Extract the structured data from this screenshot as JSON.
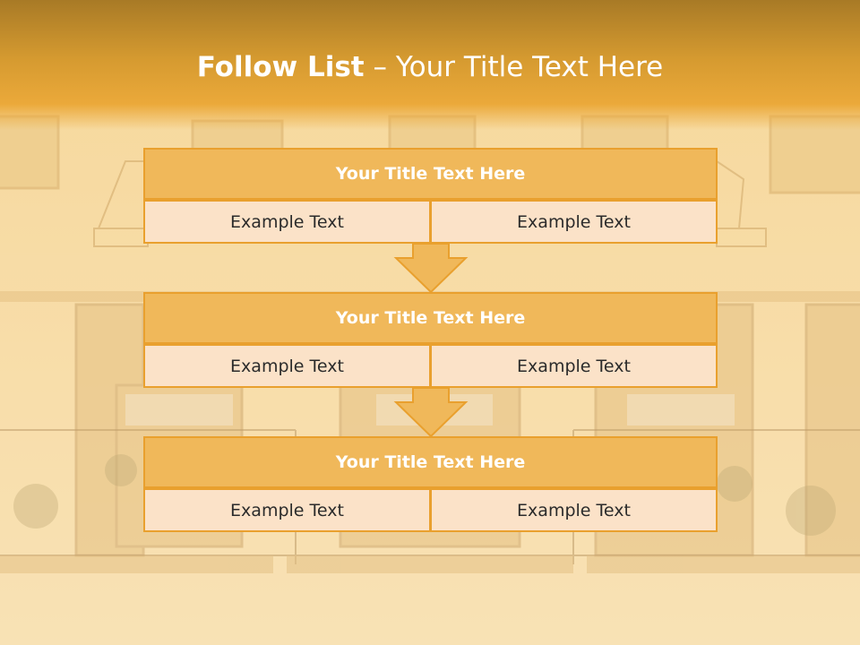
{
  "slide": {
    "title_bold": "Follow List",
    "title_rest": " – Your Title Text Here"
  },
  "steps": [
    {
      "title": "Your Title Text Here",
      "left": "Example Text",
      "right": "Example Text"
    },
    {
      "title": "Your Title Text Here",
      "left": "Example Text",
      "right": "Example Text"
    },
    {
      "title": "Your Title Text Here",
      "left": "Example Text",
      "right": "Example Text"
    }
  ],
  "colors": {
    "accent": "#e9a02e",
    "header_fill": "#f0b85a",
    "cell_fill": "#fbe2c8",
    "background": "#f3cf86"
  },
  "icons": [
    "down-arrow-icon"
  ]
}
